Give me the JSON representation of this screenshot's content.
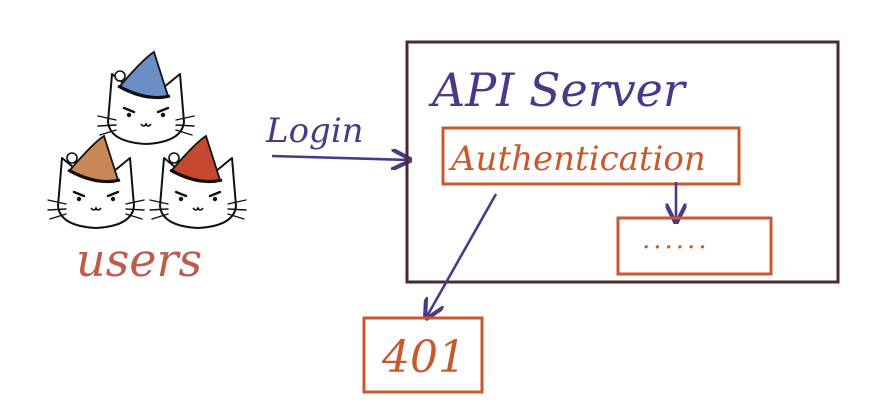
{
  "colors": {
    "frame": "#4a2b2b",
    "purple": "#4c3886",
    "orange": "#c9582f",
    "users_label": "#c05a4a",
    "hat_blue": "#6c8ec6",
    "hat_tan": "#c98758",
    "hat_red": "#c6482e",
    "ink": "#111111"
  },
  "users": {
    "label": "users",
    "count": 3
  },
  "arrow_login": {
    "label": "Login"
  },
  "server": {
    "title": "API Server",
    "auth_label": "Authentication",
    "next_label": "......"
  },
  "error_box": {
    "code": "401"
  }
}
